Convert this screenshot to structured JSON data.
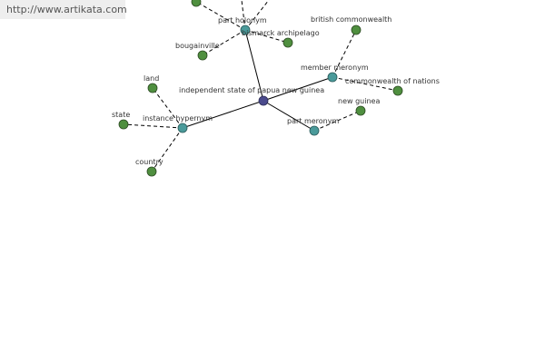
{
  "watermark": "http://www.artikata.com",
  "graph": {
    "center": "independent state of papua new guinea",
    "relations": [
      "part holonym",
      "member meronym",
      "instance hypernym",
      "part meronym"
    ],
    "terms": [
      "bismarck archipelago",
      "bougainville",
      "british commonwealth",
      "commonwealth of nations",
      "land",
      "state",
      "country",
      "new guinea"
    ]
  },
  "colors": {
    "center_node": "#4a4a8c",
    "relation_node": "#4a9a9a",
    "term_node": "#4f8f3f"
  }
}
